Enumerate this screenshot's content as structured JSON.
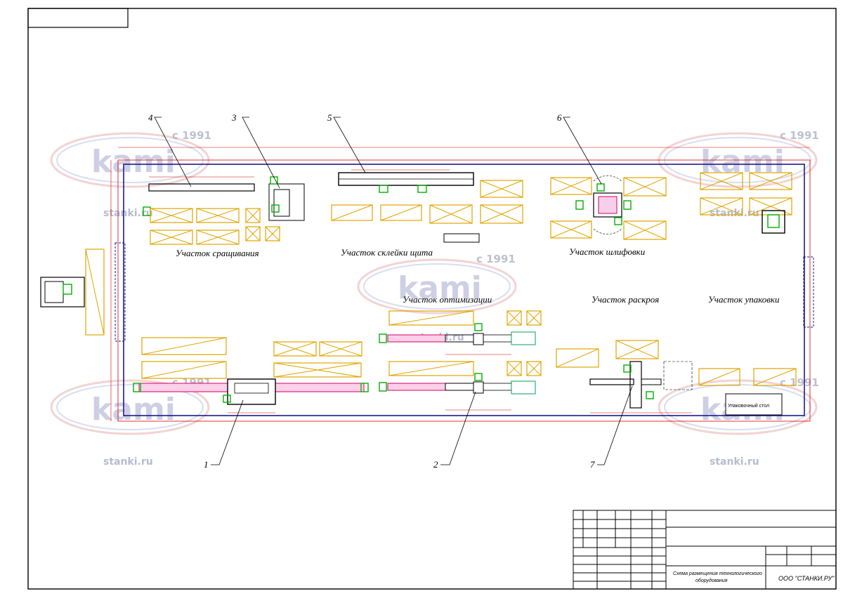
{
  "sections": {
    "splicing": "Участок сращивания",
    "gluing": "Участок склейки щита",
    "grinding": "Участок шлифовки",
    "optimization": "Участок оптимизации",
    "cutting": "Участок раскроя",
    "packing": "Участок упаковки"
  },
  "packing_table": "Упаковочный стол",
  "callouts": [
    "1",
    "2",
    "3",
    "4",
    "5",
    "6",
    "7"
  ],
  "watermark": {
    "brand": "kami",
    "year": "с 1991",
    "site": "stanki.ru"
  },
  "title_block": {
    "description_line1": "Схема размещения технологического",
    "description_line2": "оборудования",
    "company": "ООО \"СТАНКИ.РУ\""
  },
  "colors": {
    "wall": "#1a1a8c",
    "dimension": "#e00000",
    "pallet": "#e0a400",
    "machine": "#d0006a",
    "operator": "#00b000"
  }
}
